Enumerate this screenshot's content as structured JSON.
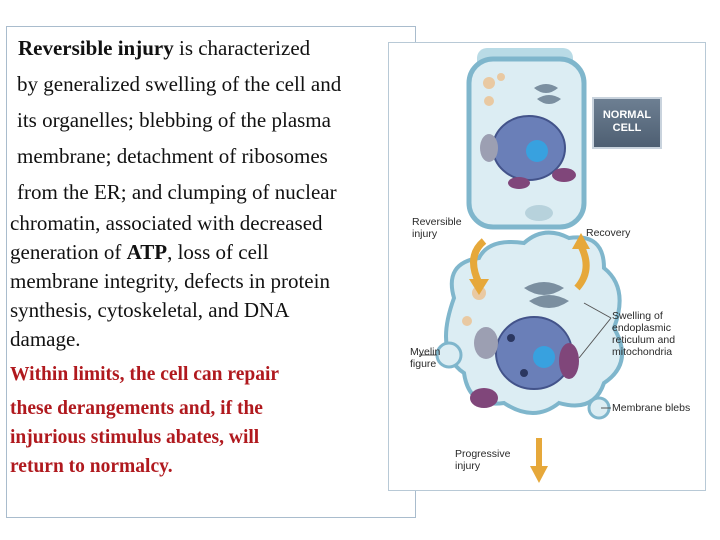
{
  "text": {
    "l1_bold": "Reversible injury",
    "l1_rest": " is characterized",
    "l2": "by generalized swelling of the cell and",
    "l3": "its organelles; blebbing of the plasma",
    "l4": "membrane; detachment of ribosomes",
    "l5": "from the ER; and clumping of nuclear",
    "l6": "chromatin, associated with decreased",
    "l7_pre": "generation of ",
    "l7_bold": "ATP",
    "l7_post": ", loss of cell",
    "l8": "membrane integrity, defects in protein",
    "l9": "synthesis, cytoskeletal, and DNA",
    "l10": "damage.",
    "r1": "Within limits, the cell can repair",
    "r2": "these derangements and, if the",
    "r3": "injurious stimulus abates, will",
    "r4": "return to normalcy."
  },
  "figure": {
    "normal_cell": "NORMAL CELL",
    "reversible_1": "Reversible",
    "reversible_2": "injury",
    "recovery": "Recovery",
    "swelling_1": "Swelling of",
    "swelling_2": "endoplasmic",
    "swelling_3": "reticulum and",
    "swelling_4": "mitochondria",
    "myelin_1": "Myelin",
    "myelin_2": "figure",
    "membrane_blebs": "Membrane blebs",
    "progressive_1": "Progressive",
    "progressive_2": "injury"
  },
  "colors": {
    "red_text": "#b0191e",
    "cell_fill": "#dfeef3",
    "cell_border": "#7fb6cc",
    "nucleus": "#5b6fa8",
    "arrow": "#e6a83a"
  }
}
